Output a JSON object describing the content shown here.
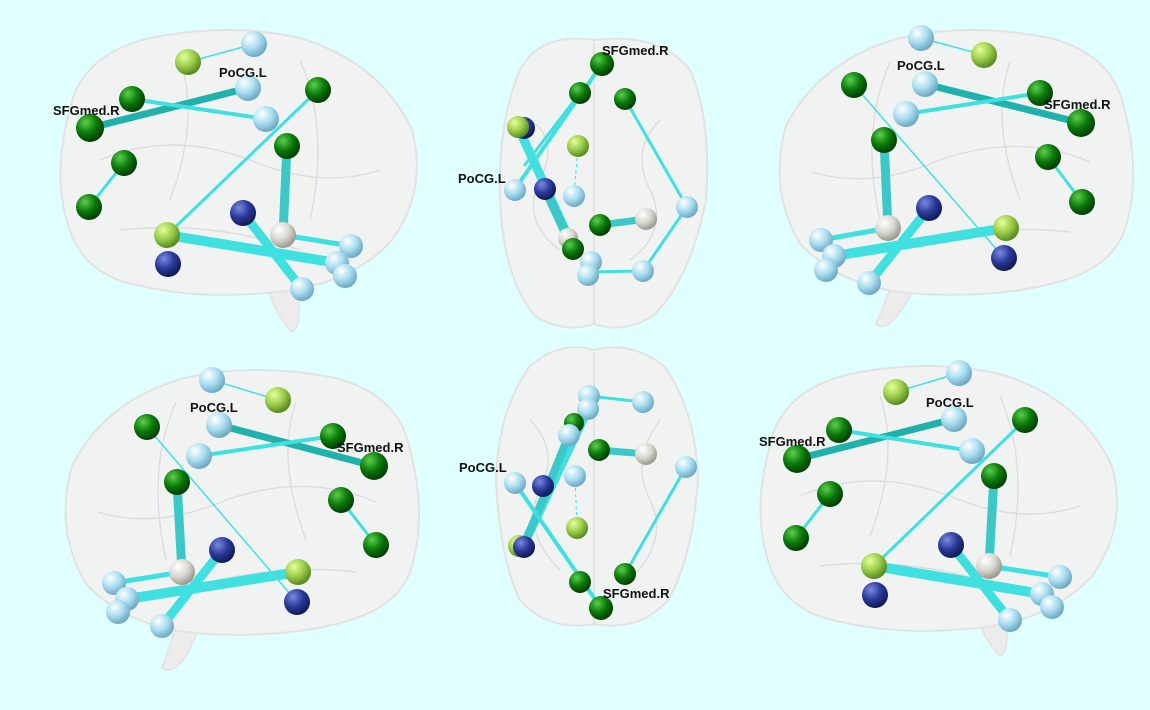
{
  "labels": {
    "sfgmed_r": "SFGmed.R",
    "pocg_l": "PoCG.L"
  },
  "colors": {
    "background": "#e0ffff",
    "edge": "#40e0e0",
    "edge_dark": "#20b2aa",
    "node_green": "#0a7a0a",
    "node_light_blue": "#a8ddf0",
    "node_yellow_green": "#9acd4a",
    "node_navy": "#2a3a9a",
    "node_white": "#d8d8d0",
    "brain": "#f2f2f2"
  },
  "views": [
    {
      "id": "sagittal-left-top",
      "orientation": "sagittal"
    },
    {
      "id": "axial-superior",
      "orientation": "axial"
    },
    {
      "id": "sagittal-right-top",
      "orientation": "sagittal"
    },
    {
      "id": "sagittal-right-bottom",
      "orientation": "sagittal"
    },
    {
      "id": "axial-inferior",
      "orientation": "axial"
    },
    {
      "id": "sagittal-left-bottom",
      "orientation": "sagittal"
    }
  ]
}
